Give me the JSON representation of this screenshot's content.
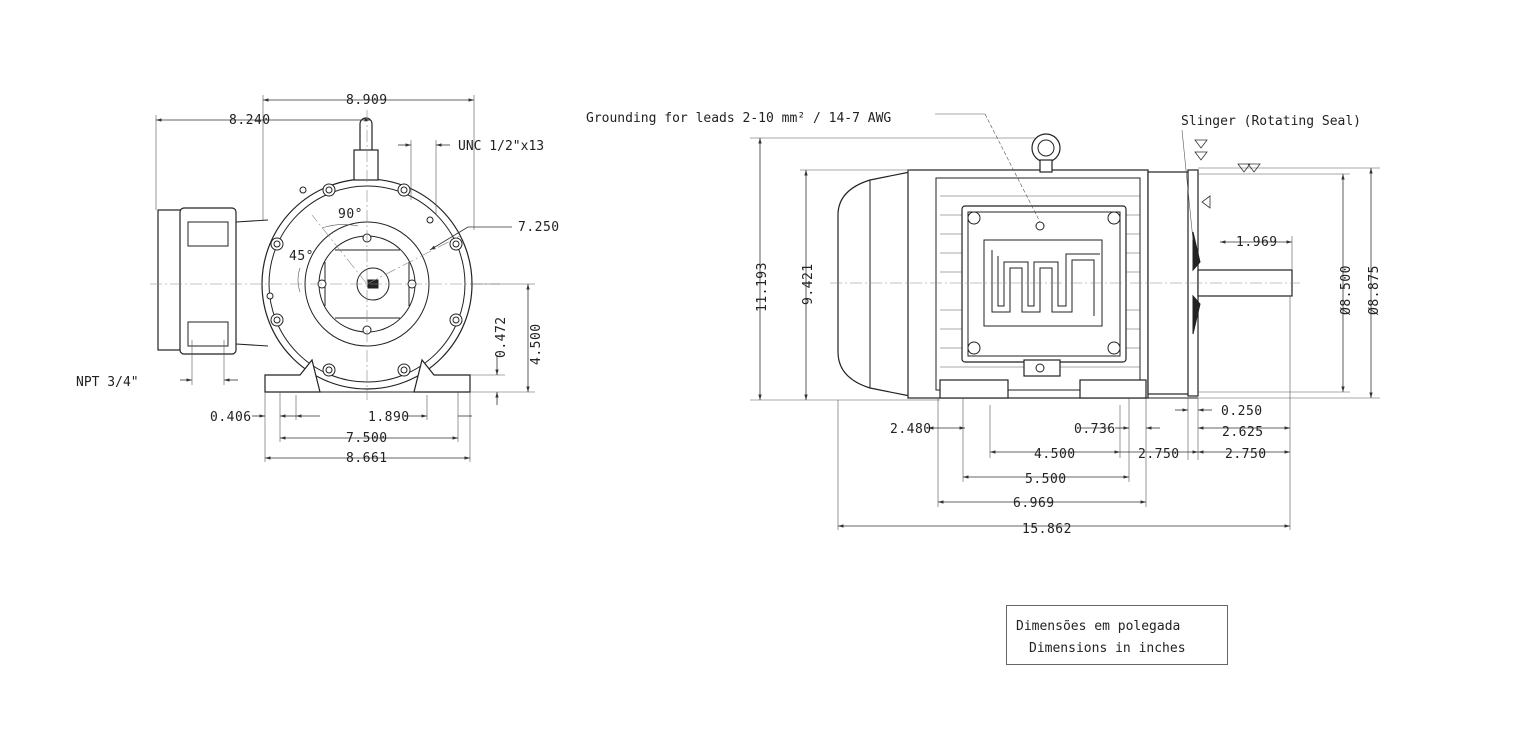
{
  "front_view": {
    "dims": {
      "d_8909": "8.909",
      "d_8240": "8.240",
      "d_7250": "7.250",
      "d_0472": "0.472",
      "d_4500": "4.500",
      "d_0406": "0.406",
      "d_1890": "1.890",
      "d_7500": "7.500",
      "d_8661": "8.661",
      "angle_90": "90°",
      "angle_45": "45°"
    },
    "labels": {
      "unc": "UNC 1/2\"x13",
      "npt": "NPT 3/4\""
    }
  },
  "side_view": {
    "labels": {
      "grounding": "Grounding for leads 2-10 mm² / 14-7 AWG",
      "slinger": "Slinger (Rotating Seal)"
    },
    "dims": {
      "d_11193": "11.193",
      "d_9421": "9.421",
      "d_1969": "1.969",
      "d_8500": "Ø8.500",
      "d_8875": "Ø8.875",
      "d_0250": "0.250",
      "d_2480": "2.480",
      "d_0736": "0.736",
      "d_2625": "2.625",
      "d_4500": "4.500",
      "d_2750a": "2.750",
      "d_2750b": "2.750",
      "d_5500": "5.500",
      "d_6969": "6.969",
      "d_15862": "15.862"
    }
  },
  "legend": {
    "pt": "Dimensões em polegada",
    "en": "Dimensions in inches"
  }
}
